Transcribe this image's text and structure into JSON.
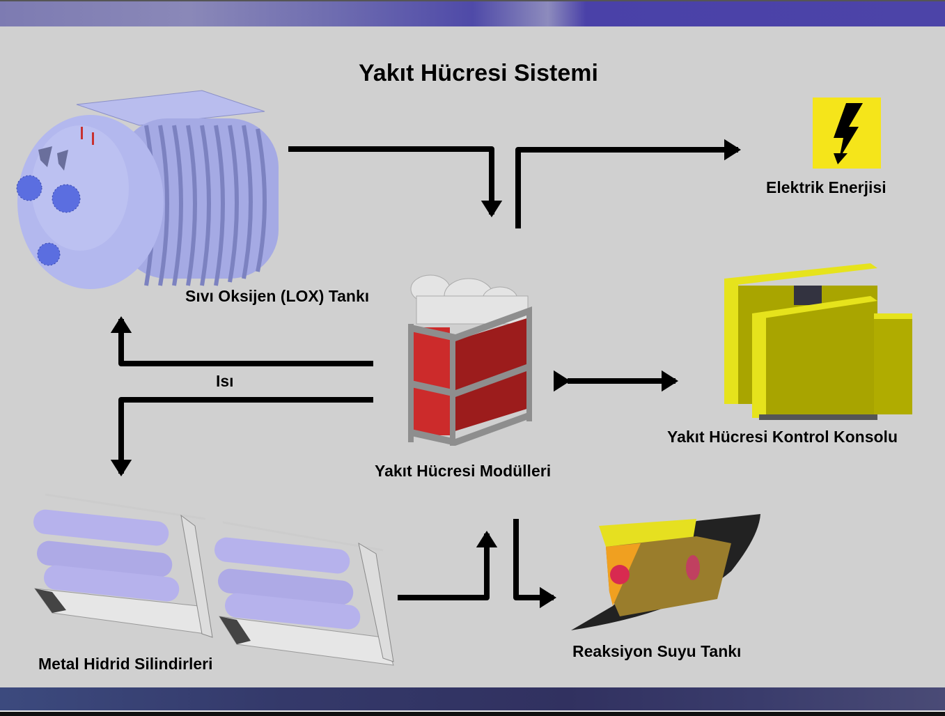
{
  "diagram": {
    "title": "Yakıt Hücresi Sistemi",
    "components": {
      "lox_tank": {
        "label": "Sıvı Oksijen (LOX) Tankı"
      },
      "electric_energy": {
        "label": "Elektrik Enerjisi",
        "icon": "lightning-bolt-icon",
        "icon_color": "#f5e51a"
      },
      "fuel_cell_modules": {
        "label": "Yakıt Hücresi Modülleri"
      },
      "control_console": {
        "label": "Yakıt Hücresi Kontrol Konsolu"
      },
      "metal_hydride_cylinders": {
        "label": "Metal Hidrid Silindirleri"
      },
      "reaction_water_tank": {
        "label": "Reaksiyon Suyu Tankı"
      }
    },
    "flows": {
      "heat_label": "Isı"
    }
  },
  "colors": {
    "background": "#d0d0d0",
    "arrow": "#000000",
    "lox_tank": "#aab0e8",
    "module_red": "#b52020",
    "console_yellow": "#c9c200",
    "cylinder": "#b8b4ec"
  }
}
